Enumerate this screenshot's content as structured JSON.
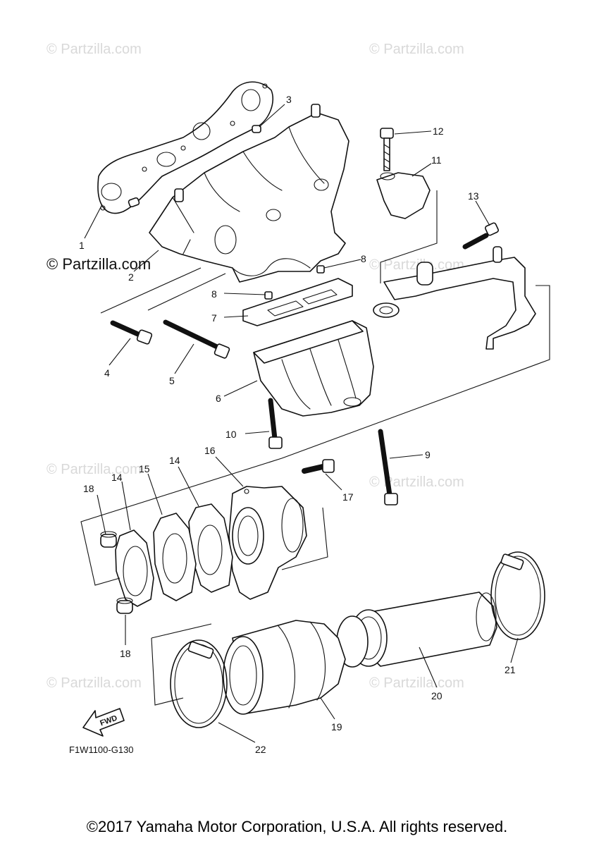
{
  "watermarks": {
    "top_left": "© Partzilla.com",
    "top_right": "© Partzilla.com",
    "mid_left_dark": "© Partzilla.com",
    "mid_right": "© Partzilla.com",
    "lower_left": "© Partzilla.com",
    "lower_right": "© Partzilla.com",
    "bottom_left": "© Partzilla.com",
    "bottom_right": "© Partzilla.com"
  },
  "callouts": {
    "c1": "1",
    "c2": "2",
    "c3": "3",
    "c4": "4",
    "c5": "5",
    "c6": "6",
    "c7": "7",
    "c8a": "8",
    "c8b": "8",
    "c9": "9",
    "c10": "10",
    "c11": "11",
    "c12": "12",
    "c13": "13",
    "c14a": "14",
    "c14b": "14",
    "c15": "15",
    "c16": "16",
    "c17": "17",
    "c18a": "18",
    "c18b": "18",
    "c19": "19",
    "c20": "20",
    "c21": "21",
    "c22": "22"
  },
  "fwd_label": "FWD",
  "diagram_code": "F1W1100-G130",
  "copyright": "©2017 Yamaha Motor Corporation, U.S.A. All rights reserved."
}
